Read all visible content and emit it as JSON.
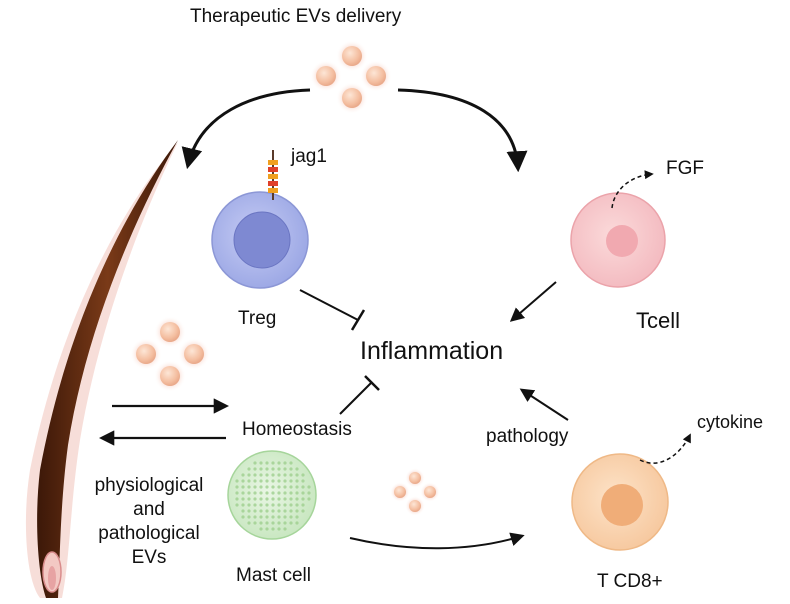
{
  "title": "Therapeutic EVs delivery",
  "labels": {
    "jag1": "jag1",
    "fgf": "FGF",
    "treg": "Treg",
    "tcell": "Tcell",
    "inflammation": "Inflammation",
    "homeostasis": "Homeostasis",
    "pathology": "pathology",
    "cytokine": "cytokine",
    "mast_cell": "Mast cell",
    "t_cd8": "T CD8+",
    "evs_line1": "physiological",
    "evs_line2": "and",
    "evs_line3": "pathological",
    "evs_line4": "EVs"
  },
  "colors": {
    "treg": "#aab4ea",
    "tcell": "#f4c2c6",
    "mast_cell": "#cfe9c9",
    "cd8": "#f8d2ac",
    "ev": "#f6c1a8",
    "hair": "#5a2a12"
  }
}
